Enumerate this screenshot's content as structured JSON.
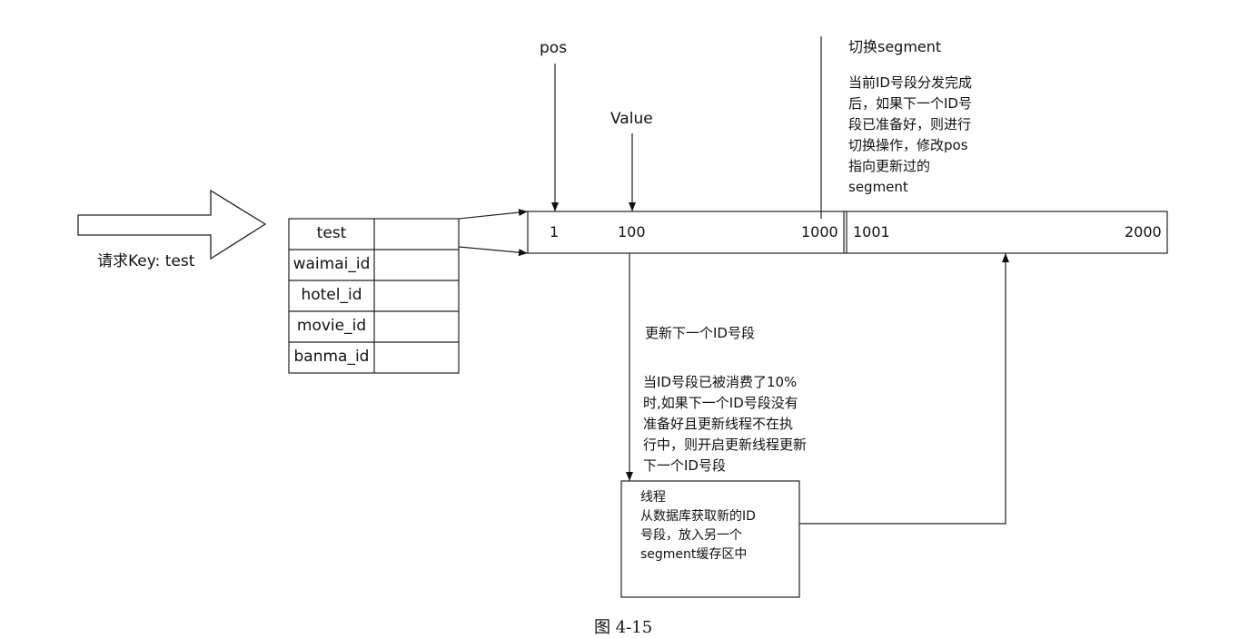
{
  "request_label": "请求Key: test",
  "keys": [
    "test",
    "waimai_id",
    "hotel_id",
    "movie_id",
    "banma_id"
  ],
  "pointers": {
    "pos": "pos",
    "value": "Value"
  },
  "segment1": {
    "start": "1",
    "value": "100",
    "end": "1000"
  },
  "segment2": {
    "start": "1001",
    "end": "2000"
  },
  "switch_title": "切换segment",
  "switch_desc": "当前ID号段分发完成\n后，如果下一个ID号\n段已准备好，则进行\n切换操作，修改pos\n指向更新过的\nsegment",
  "update_title": "更新下一个ID号段",
  "update_desc": "当ID号段已被消费了10%\n时,如果下一个ID号段没有\n准备好且更新线程不在执\n行中，则开启更新线程更新\n下一个ID号段",
  "thread_box": "线程\n从数据库获取新的ID\n号段，放入另一个\nsegment缓存区中",
  "caption": "图 4-15"
}
